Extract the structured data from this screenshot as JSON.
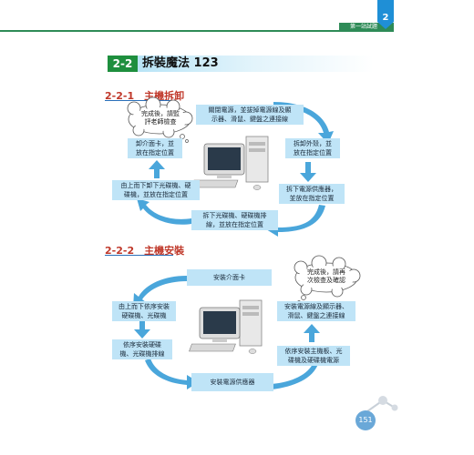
{
  "header": {
    "chapter_label": "第一站試題",
    "chapter_number": "2"
  },
  "section": {
    "number": "2-2",
    "title": "拆裝魔法 123"
  },
  "part1": {
    "heading": "2-2-1　主機拆卸",
    "bubble": [
      "完成後，請監",
      "評老師檢查"
    ],
    "steps": [
      [
        "關閉電源，並拔掉電源線及顯",
        "示器、滑鼠、鍵盤之連接線"
      ],
      [
        "拆卸外殼，並",
        "放在指定位置"
      ],
      [
        "拆下電源供應器，",
        "並放在指定位置"
      ],
      [
        "拆下光碟機、硬碟機排",
        "線，並放在指定位置"
      ],
      [
        "由上而下卸下光碟機、硬",
        "碟機，並放在指定位置"
      ],
      [
        "卸介面卡，並",
        "放在指定位置"
      ]
    ]
  },
  "part2": {
    "heading": "2-2-2　主機安裝",
    "bubble": [
      "完成後，請再",
      "次檢查及確認"
    ],
    "steps": [
      [
        "安裝介面卡"
      ],
      [
        "安裝電源線及顯示器、",
        "滑鼠、鍵盤之連接線"
      ],
      [
        "依序安裝主機板、光",
        "碟機及硬碟機電源"
      ],
      [
        "安裝電源供應器"
      ],
      [
        "依序安裝硬碟",
        "機、光碟機排線"
      ],
      [
        "由上而下依序安裝",
        "硬碟機、光碟機"
      ]
    ]
  },
  "footer": {
    "page_number": "151"
  },
  "colors": {
    "green": "#1e8f3e",
    "blue_arrow": "#4aa6db",
    "box": "#bfe4f7",
    "heading_red": "#c0392b"
  }
}
